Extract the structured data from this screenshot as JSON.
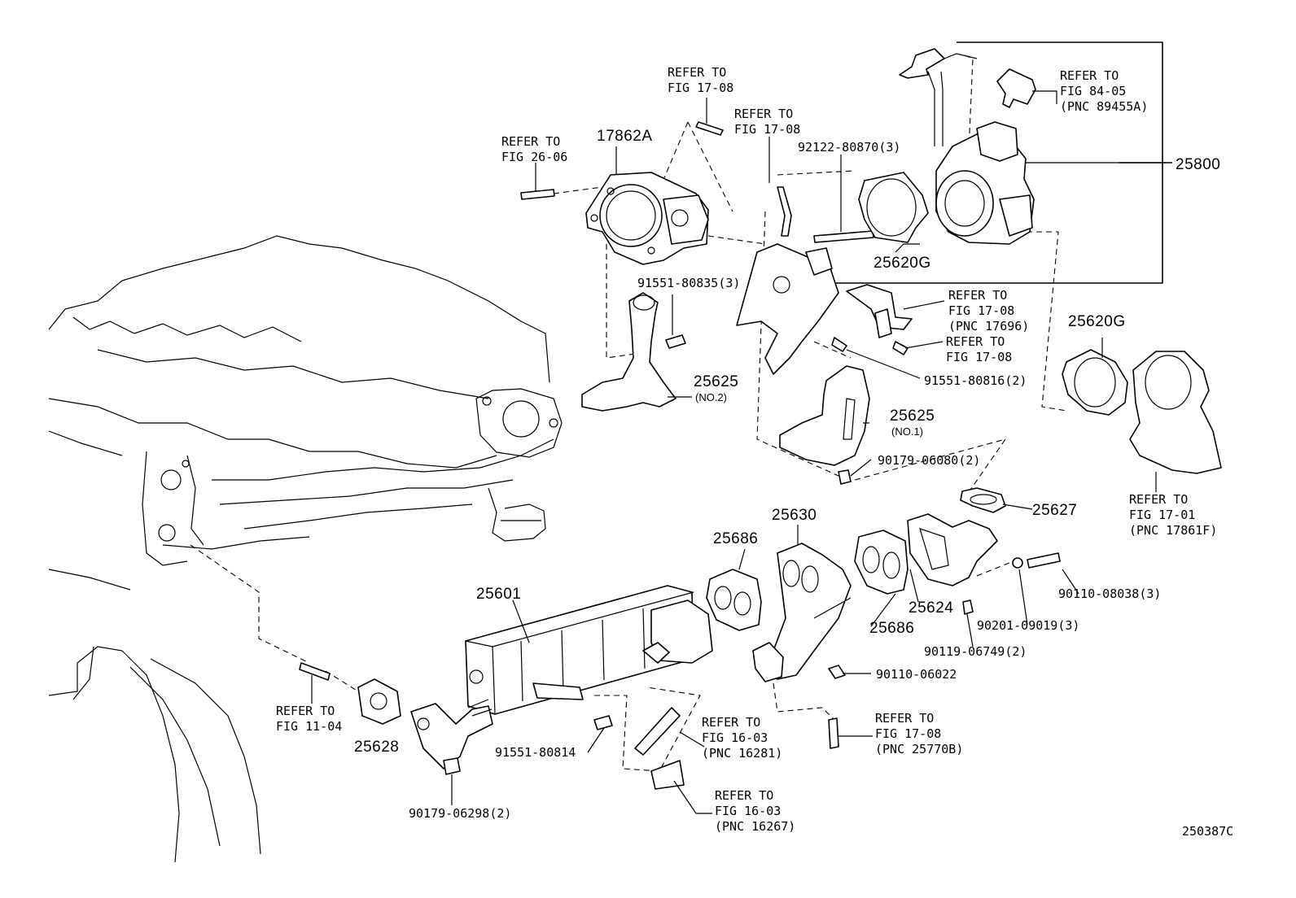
{
  "figure_code": "250387C",
  "callouts": {
    "refer_17_08_top": [
      "REFER TO",
      "FIG 17-08"
    ],
    "refer_17_08_hose": [
      "REFER TO",
      "FIG 17-08"
    ],
    "refer_26_06": [
      "REFER TO",
      "FIG 26-06"
    ],
    "refer_84_05": [
      "REFER TO",
      "FIG 84-05",
      "(PNC 89455A)"
    ],
    "refer_17_08_17696": [
      "REFER TO",
      "FIG 17-08",
      "(PNC 17696)"
    ],
    "refer_17_08_bolt": [
      "REFER TO",
      "FIG 17-08"
    ],
    "refer_17_01": [
      "REFER TO",
      "FIG 17-01",
      "(PNC 17861F)"
    ],
    "refer_11_04": [
      "REFER TO",
      "FIG 11-04"
    ],
    "refer_16_03_16281": [
      "REFER TO",
      "FIG 16-03",
      "(PNC 16281)"
    ],
    "refer_16_03_16267": [
      "REFER TO",
      "FIG 16-03",
      "(PNC 16267)"
    ],
    "refer_17_08_25770b": [
      "REFER TO",
      "FIG 17-08",
      "(PNC 25770B)"
    ]
  },
  "parts": {
    "p17862A": "17862A",
    "p25800": "25800",
    "p25620G_a": "25620G",
    "p25620G_b": "25620G",
    "p25625_no2": "25625",
    "p25625_no2_sub": "(NO.2)",
    "p25625_no1": "25625",
    "p25625_no1_sub": "(NO.1)",
    "p25627": "25627",
    "p25630": "25630",
    "p25686_a": "25686",
    "p25686_b": "25686",
    "p25624": "25624",
    "p25601": "25601",
    "p25628": "25628"
  },
  "fasteners": {
    "f92122": "92122-80870(3)",
    "f91551_835": "91551-80835(3)",
    "f91551_816": "91551-80816(2)",
    "f90179_060": "90179-06080(2)",
    "f90110_080": "90110-08038(3)",
    "f90201": "90201-09019(3)",
    "f90119": "90119-06749(2)",
    "f90110_060": "90110-06022",
    "f91551_814": "91551-80814",
    "f90179_062": "90179-06298(2)"
  }
}
